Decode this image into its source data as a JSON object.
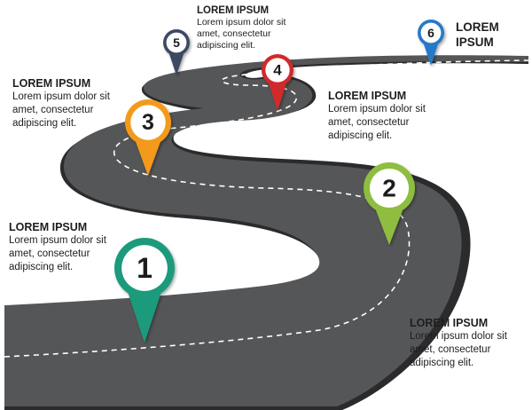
{
  "colors": {
    "road": "#555658",
    "road_edge": "#3a3b3d",
    "road_shadow": "#2b2b2d",
    "dash": "#ffffff",
    "marker_1": "#1f9a7c",
    "marker_2": "#8ebd3f",
    "marker_3": "#f39a1e",
    "marker_4": "#d1292c",
    "marker_5": "#3b4a63",
    "marker_6": "#2779c8",
    "text": "#1e1e1e"
  },
  "markers": [
    {
      "number": "1",
      "color_key": "marker_1"
    },
    {
      "number": "2",
      "color_key": "marker_2"
    },
    {
      "number": "3",
      "color_key": "marker_3"
    },
    {
      "number": "4",
      "color_key": "marker_4"
    },
    {
      "number": "5",
      "color_key": "marker_5"
    },
    {
      "number": "6",
      "color_key": "marker_6"
    }
  ],
  "blocks": {
    "step1": {
      "heading": "LOREM IPSUM",
      "lines": [
        "Lorem ipsum dolor sit",
        "amet, consectetur",
        "adipiscing elit."
      ]
    },
    "step2": {
      "heading": "LOREM IPSUM",
      "lines": [
        "Lorem ipsum dolor sit",
        "amet, consectetur",
        "adipiscing elit."
      ]
    },
    "step3": {
      "heading": "LOREM IPSUM",
      "lines": [
        "Lorem ipsum dolor sit",
        "amet, consectetur",
        "adipiscing elit."
      ]
    },
    "step4": {
      "heading": "LOREM IPSUM",
      "lines": [
        "Lorem ipsum dolor sit",
        "amet, consectetur",
        "adipiscing elit."
      ]
    },
    "step5": {
      "heading": "LOREM IPSUM",
      "lines": [
        "Lorem ipsum dolor sit",
        "amet, consectetur",
        "adipiscing elit."
      ]
    },
    "step6": {
      "heading_line_1": "LOREM",
      "heading_line_2": "IPSUM"
    }
  }
}
